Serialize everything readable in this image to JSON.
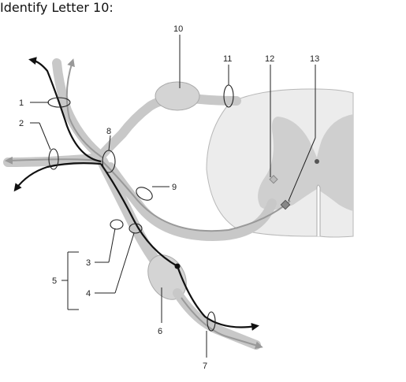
{
  "question": {
    "text": "Identify Letter 10:"
  },
  "diagram": {
    "labels": [
      "1",
      "2",
      "3",
      "4",
      "5",
      "6",
      "7",
      "8",
      "9",
      "10",
      "11",
      "12",
      "13"
    ]
  }
}
